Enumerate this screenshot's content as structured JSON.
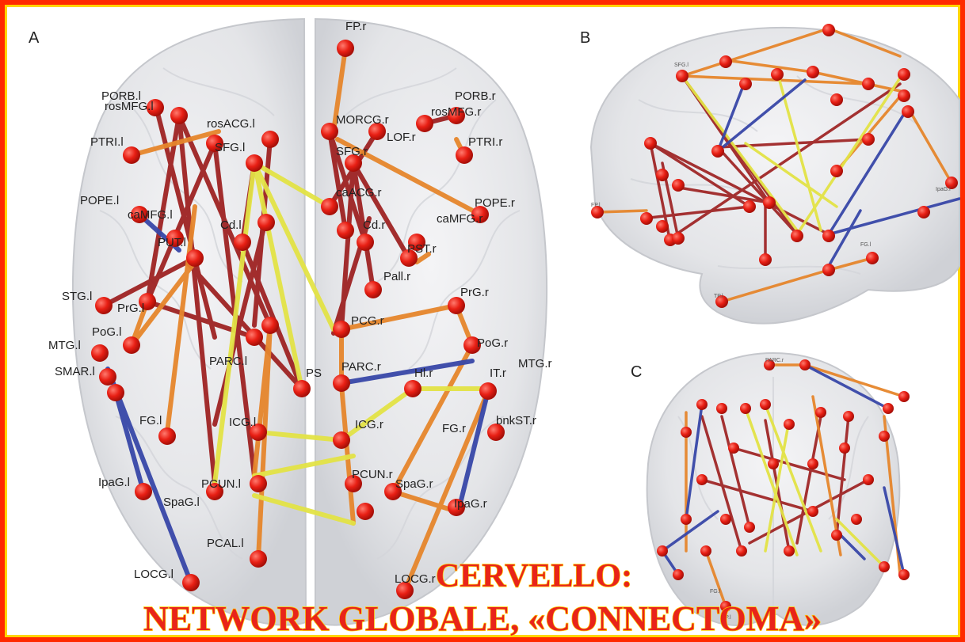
{
  "panels": {
    "a": "A",
    "b": "B",
    "c": "C"
  },
  "title": {
    "line1": "CERVELLO:",
    "line2": "NETWORK GLOBALE, «CONNECTOMA»"
  },
  "colors": {
    "frame": "#ff2a00",
    "frame_inner": "#ffd400",
    "node": "#e81f14",
    "edge_darkred": "#9c1d1d",
    "edge_orange": "#e6862c",
    "edge_yellow": "#e3e346",
    "edge_blue": "#3847a8",
    "title": "#e8241a"
  },
  "labels_a": [
    {
      "id": "fp-r",
      "text": "FP.r"
    },
    {
      "id": "porb-l",
      "text": "PORB.l"
    },
    {
      "id": "rosmfg-l",
      "text": "rosMFG.l"
    },
    {
      "id": "porb-r",
      "text": "PORB.r"
    },
    {
      "id": "rosmfg-r",
      "text": "rosMFG.r"
    },
    {
      "id": "rosacg-l",
      "text": "rosACG.l"
    },
    {
      "id": "morcg-r",
      "text": "MORCG.r"
    },
    {
      "id": "ptri-l",
      "text": "PTRI.l"
    },
    {
      "id": "sfg-l",
      "text": "SFG.l"
    },
    {
      "id": "lof-r",
      "text": "LOF.r"
    },
    {
      "id": "ptri-r",
      "text": "PTRI.r"
    },
    {
      "id": "sfg-r",
      "text": "SFG.r"
    },
    {
      "id": "pope-l",
      "text": "POPE.l"
    },
    {
      "id": "camfg-l",
      "text": "caMFG.l"
    },
    {
      "id": "cacg-r",
      "text": "caACG.r"
    },
    {
      "id": "pope-r",
      "text": "POPE.r"
    },
    {
      "id": "camfg-r",
      "text": "caMFG.r"
    },
    {
      "id": "put-l",
      "text": "PUT.l"
    },
    {
      "id": "cd-l",
      "text": "Cd.l"
    },
    {
      "id": "cd-r",
      "text": "Cd.r"
    },
    {
      "id": "pst-r",
      "text": "PST.r"
    },
    {
      "id": "pall-r",
      "text": "Pall.r"
    },
    {
      "id": "stg-l",
      "text": "STG.l"
    },
    {
      "id": "prg-l",
      "text": "PrG.l"
    },
    {
      "id": "prg-r",
      "text": "PrG.r"
    },
    {
      "id": "pog-l",
      "text": "PoG.l"
    },
    {
      "id": "pcg-r",
      "text": "PCG.r"
    },
    {
      "id": "mtg-l",
      "text": "MTG.l"
    },
    {
      "id": "pog-r",
      "text": "PoG.r"
    },
    {
      "id": "smar-l",
      "text": "SMAR.l"
    },
    {
      "id": "parc-l",
      "text": "PARC.l"
    },
    {
      "id": "ps",
      "text": "PS"
    },
    {
      "id": "parc-r",
      "text": "PARC.r"
    },
    {
      "id": "hl-r",
      "text": "Hl.r"
    },
    {
      "id": "it-r",
      "text": "IT.r"
    },
    {
      "id": "mtg-r",
      "text": "MTG.r"
    },
    {
      "id": "fg-l",
      "text": "FG.l"
    },
    {
      "id": "icg-l",
      "text": "ICG.l"
    },
    {
      "id": "icg-r",
      "text": "ICG.r"
    },
    {
      "id": "fg-r",
      "text": "FG.r"
    },
    {
      "id": "bnkst-r",
      "text": "bnkST.r"
    },
    {
      "id": "ipag-l",
      "text": "IpaG.l"
    },
    {
      "id": "spag-l",
      "text": "SpaG.l"
    },
    {
      "id": "pcun-l",
      "text": "PCUN.l"
    },
    {
      "id": "pcun-r",
      "text": "PCUN.r"
    },
    {
      "id": "spag-r",
      "text": "SpaG.r"
    },
    {
      "id": "ipag-r",
      "text": "IpaG.r"
    },
    {
      "id": "pcal-l",
      "text": "PCAL.l"
    },
    {
      "id": "locg-l",
      "text": "LOCG.l"
    },
    {
      "id": "locg-r",
      "text": "LOCG.r"
    }
  ],
  "labels_b": [
    {
      "id": "sfg-l",
      "text": "SFG.l"
    },
    {
      "id": "fp-l",
      "text": "FP.l"
    },
    {
      "id": "tp-l",
      "text": "TP.l"
    },
    {
      "id": "fg-l",
      "text": "FG.l"
    },
    {
      "id": "ipag-l",
      "text": "IpaG.l"
    }
  ],
  "labels_c": [
    {
      "id": "parc-r",
      "text": "PARC.r"
    },
    {
      "id": "fg-l",
      "text": "FG.l"
    },
    {
      "id": "tp-l",
      "text": "TP.l"
    }
  ]
}
